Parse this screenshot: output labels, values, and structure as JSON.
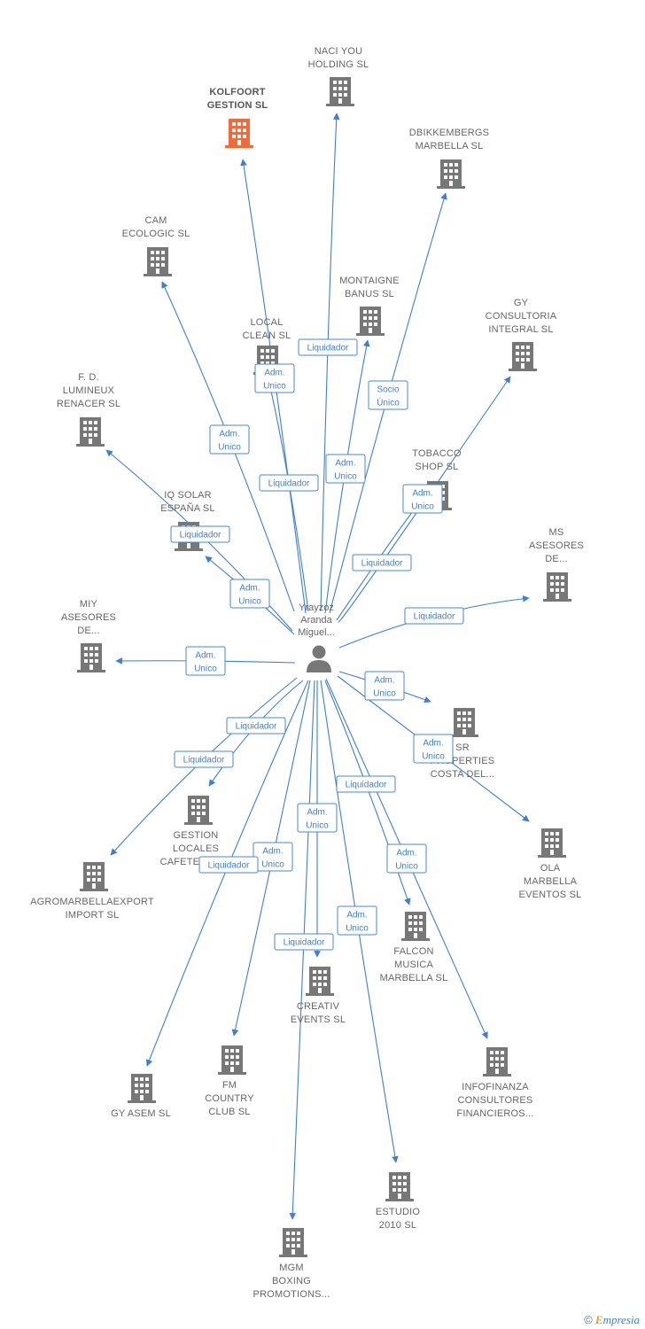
{
  "colors": {
    "edge": "#3f7fd1",
    "node": "#777777",
    "highlight": "#f26a3a",
    "label": "#666666"
  },
  "center": {
    "label_lines": [
      "Yrayzoz",
      "Aranda",
      "Miguel..."
    ],
    "icon": "person-icon"
  },
  "nodes": [
    {
      "id": "kolfoort",
      "label_lines": [
        "KOLFOORT",
        "GESTION  SL"
      ],
      "highlight": true
    },
    {
      "id": "naci",
      "label_lines": [
        "NACI YOU",
        "HOLDING SL"
      ]
    },
    {
      "id": "dbikkembergs",
      "label_lines": [
        "DBIKKEMBERGS",
        "MARBELLA SL"
      ]
    },
    {
      "id": "cam",
      "label_lines": [
        "CAM",
        "ECOLOGIC SL"
      ]
    },
    {
      "id": "montaigne",
      "label_lines": [
        "MONTAIGNE",
        "BANUS  SL"
      ]
    },
    {
      "id": "gy-consultoria",
      "label_lines": [
        "GY",
        "CONSULTORIA",
        "INTEGRAL  SL"
      ]
    },
    {
      "id": "local-clean",
      "label_lines": [
        "LOCAL",
        "CLEAN  SL"
      ]
    },
    {
      "id": "lumineux",
      "label_lines": [
        "F.  D.",
        "LUMINEUX",
        "RENACER SL"
      ]
    },
    {
      "id": "tobacco",
      "label_lines": [
        "TOBACCO",
        "SHOP SL"
      ]
    },
    {
      "id": "iq-solar",
      "label_lines": [
        "IQ SOLAR",
        "ESPAÑA  SL"
      ]
    },
    {
      "id": "ms-asesores",
      "label_lines": [
        "MS",
        "ASESORES",
        "DE..."
      ]
    },
    {
      "id": "miy-asesores",
      "label_lines": [
        "MIY",
        "ASESORES",
        "DE..."
      ]
    },
    {
      "id": "sr-properties",
      "label_lines": [
        "SR",
        "PROPERTIES",
        "COSTA DEL..."
      ]
    },
    {
      "id": "gestion-locales",
      "label_lines": [
        "GESTION",
        "LOCALES",
        "CAFETERIAS..."
      ]
    },
    {
      "id": "ola-marbella",
      "label_lines": [
        "OLA",
        "MARBELLA",
        "EVENTOS  SL"
      ]
    },
    {
      "id": "agromarbella",
      "label_lines": [
        "AGROMARBELLAEXPORT",
        "IMPORT SL"
      ]
    },
    {
      "id": "falcon",
      "label_lines": [
        "FALCON",
        "MUSICA",
        "MARBELLA SL"
      ]
    },
    {
      "id": "creativ",
      "label_lines": [
        "CREATIV",
        "EVENTS  SL"
      ]
    },
    {
      "id": "fm-country",
      "label_lines": [
        "FM",
        "COUNTRY",
        "CLUB  SL"
      ]
    },
    {
      "id": "infofinanza",
      "label_lines": [
        "INFOFINANZA",
        "CONSULTORES",
        "FINANCIEROS..."
      ]
    },
    {
      "id": "gy-asem",
      "label_lines": [
        "GY ASEM  SL"
      ]
    },
    {
      "id": "estudio",
      "label_lines": [
        "ESTUDIO",
        "2010 SL"
      ]
    },
    {
      "id": "mgm",
      "label_lines": [
        "MGM",
        "BOXING",
        "PROMOTIONS..."
      ]
    }
  ],
  "edges": [
    {
      "to": "kolfoort",
      "label_lines": [
        "Adm.",
        "Unico"
      ]
    },
    {
      "to": "naci",
      "label_lines": [
        "Liquidador"
      ]
    },
    {
      "to": "dbikkembergs",
      "label_lines": [
        "Socio",
        "Único"
      ]
    },
    {
      "to": "cam",
      "label_lines": [
        "Adm.",
        "Unico"
      ]
    },
    {
      "to": "montaigne",
      "label_lines": [
        "Adm.",
        "Unico"
      ]
    },
    {
      "to": "gy-consultoria",
      "label_lines": [
        "Liquidador"
      ]
    },
    {
      "to": "local-clean",
      "label_lines": [
        "Liquidador"
      ]
    },
    {
      "to": "lumineux",
      "label_lines": [
        "Liquidador"
      ]
    },
    {
      "to": "tobacco",
      "label_lines": [
        "Adm.",
        "Unico"
      ]
    },
    {
      "to": "iq-solar",
      "label_lines": [
        "Adm.",
        "Unico"
      ]
    },
    {
      "to": "ms-asesores",
      "label_lines": [
        "Liquidador"
      ]
    },
    {
      "to": "miy-asesores",
      "label_lines": [
        "Adm.",
        "Unico"
      ]
    },
    {
      "to": "sr-properties",
      "label_lines": [
        "Adm.",
        "Unico"
      ]
    },
    {
      "to": "gestion-locales",
      "label_lines": [
        "Liquidador"
      ]
    },
    {
      "to": "ola-marbella",
      "label_lines": [
        "Adm.",
        "Unico"
      ]
    },
    {
      "to": "agromarbella",
      "label_lines": [
        "Liquidador"
      ]
    },
    {
      "to": "falcon",
      "label_lines": [
        "Liquidador"
      ]
    },
    {
      "to": "creativ",
      "label_lines": [
        "Adm.",
        "Unico"
      ]
    },
    {
      "to": "fm-country",
      "label_lines": [
        "Adm.",
        "Unico"
      ]
    },
    {
      "to": "infofinanza",
      "label_lines": [
        "Adm.",
        "Unico"
      ]
    },
    {
      "to": "gy-asem",
      "label_lines": [
        "Liquidador"
      ]
    },
    {
      "to": "estudio",
      "label_lines": [
        "Adm.",
        "Unico"
      ]
    },
    {
      "to": "mgm",
      "label_lines": [
        "Liquidador"
      ]
    }
  ],
  "footer": {
    "copyright": "©",
    "brand_initial": "E",
    "brand_rest": "mpresia"
  }
}
